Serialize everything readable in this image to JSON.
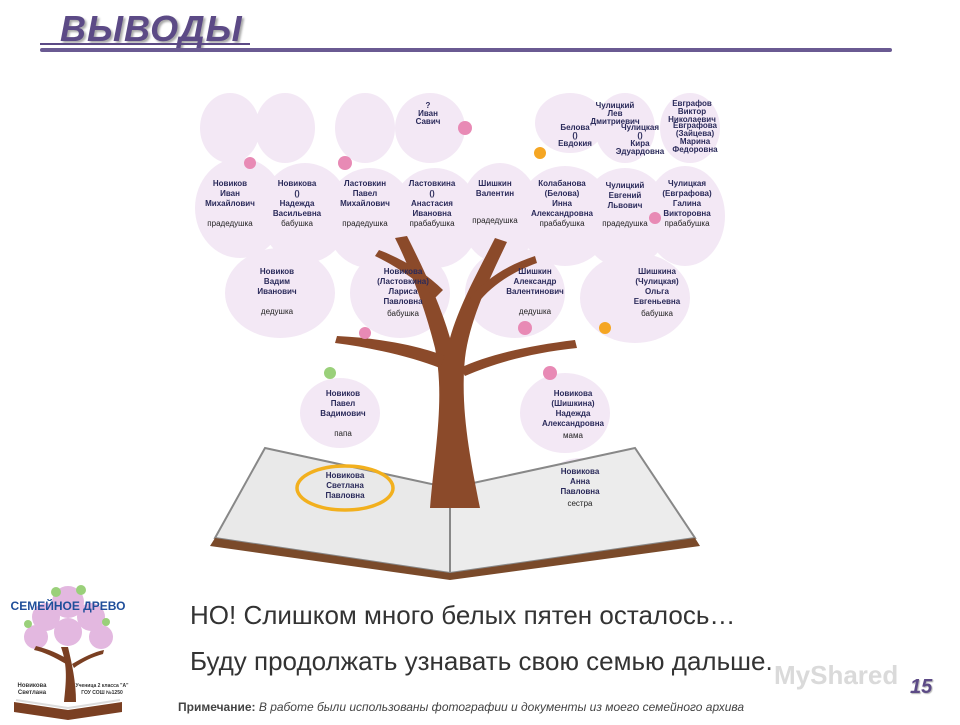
{
  "slide": {
    "title": "ВЫВОДЫ",
    "line1": "НО! Слишком много белых пятен осталось…",
    "line2": "Буду продолжать узнавать свою семью дальше.",
    "page_number": "15",
    "watermark": "MyShared",
    "footnote_label": "Примечание:",
    "footnote_text": " В работе были использованы фотографии и документы из моего семейного архива"
  },
  "logo": {
    "title": "СЕМЕЙНОЕ ДРЕВО",
    "left_caption": [
      "Новикова",
      "Светлана"
    ],
    "right_caption": [
      "Ученица 2 класса \"А\"",
      "ГОУ СОШ №1250"
    ]
  },
  "tree": {
    "top_small": {
      "a": [
        "?",
        "Иван",
        "Савич"
      ],
      "b": [
        "Белова",
        "()",
        "Евдокия"
      ],
      "c": [
        "Чулицкий",
        "Лев",
        "Дмитриевич"
      ],
      "d": [
        "Чулицкая",
        "()",
        "Кира",
        "Эдуардовна"
      ],
      "e": [
        "Евграфов",
        "Виктор",
        "Николаевич"
      ],
      "f": [
        "Евграфова",
        "(Зайцева)",
        "Марина",
        "Федоровна"
      ]
    },
    "gg1": [
      "Новиков",
      "Иван",
      "Михайлович"
    ],
    "gg1_role": "прадедушка",
    "gg2": [
      "Новикова",
      "()",
      "Надежда",
      "Васильевна"
    ],
    "gg2_role": "бабушка",
    "gg3": [
      "Ластовкин",
      "Павел",
      "Михайлович"
    ],
    "gg3_role": "прадедушка",
    "gg4": [
      "Ластовкина",
      "()",
      "Анастасия",
      "Ивановна"
    ],
    "gg4_role": "прабабушка",
    "gg5": [
      "Шишкин",
      "Валентин"
    ],
    "gg5_role": "прадедушка",
    "gg6": [
      "Колабанова",
      "(Белова)",
      "Инна",
      "Александровна"
    ],
    "gg6_role": "прабабушка",
    "gg7": [
      "Чулицкий",
      "Евгений",
      "Львович"
    ],
    "gg7_role": "прадедушка",
    "gg8": [
      "Чулицкая",
      "(Евграфова)",
      "Галина",
      "Викторовна"
    ],
    "gg8_role": "прабабушка",
    "g1": [
      "Новиков",
      "Вадим",
      "Иванович"
    ],
    "g1_role": "дедушка",
    "g2": [
      "Новикова",
      "(Ластовкина)",
      "Лариса",
      "Павловна"
    ],
    "g2_role": "бабушка",
    "g3": [
      "Шишкин",
      "Александр",
      "Валентинович"
    ],
    "g3_role": "дедушка",
    "g4": [
      "Шишкина",
      "(Чулицкая)",
      "Ольга",
      "Евгеньевна"
    ],
    "g4_role": "бабушка",
    "dad": [
      "Новиков",
      "Павел",
      "Вадимович"
    ],
    "dad_role": "папа",
    "mom": [
      "Новикова",
      "(Шишкина)",
      "Надежда",
      "Александровна"
    ],
    "mom_role": "мама",
    "me": [
      "Новикова",
      "Светлана",
      "Павловна"
    ],
    "sis": [
      "Новикова",
      "Анна",
      "Павловна"
    ],
    "sis_role": "сестра"
  },
  "colors": {
    "title": "#5c4a86",
    "rule": "#6a5a92",
    "trunk": "#8b4a2a",
    "blob": "#f2e6f4",
    "highlight": "#f2b01e"
  }
}
